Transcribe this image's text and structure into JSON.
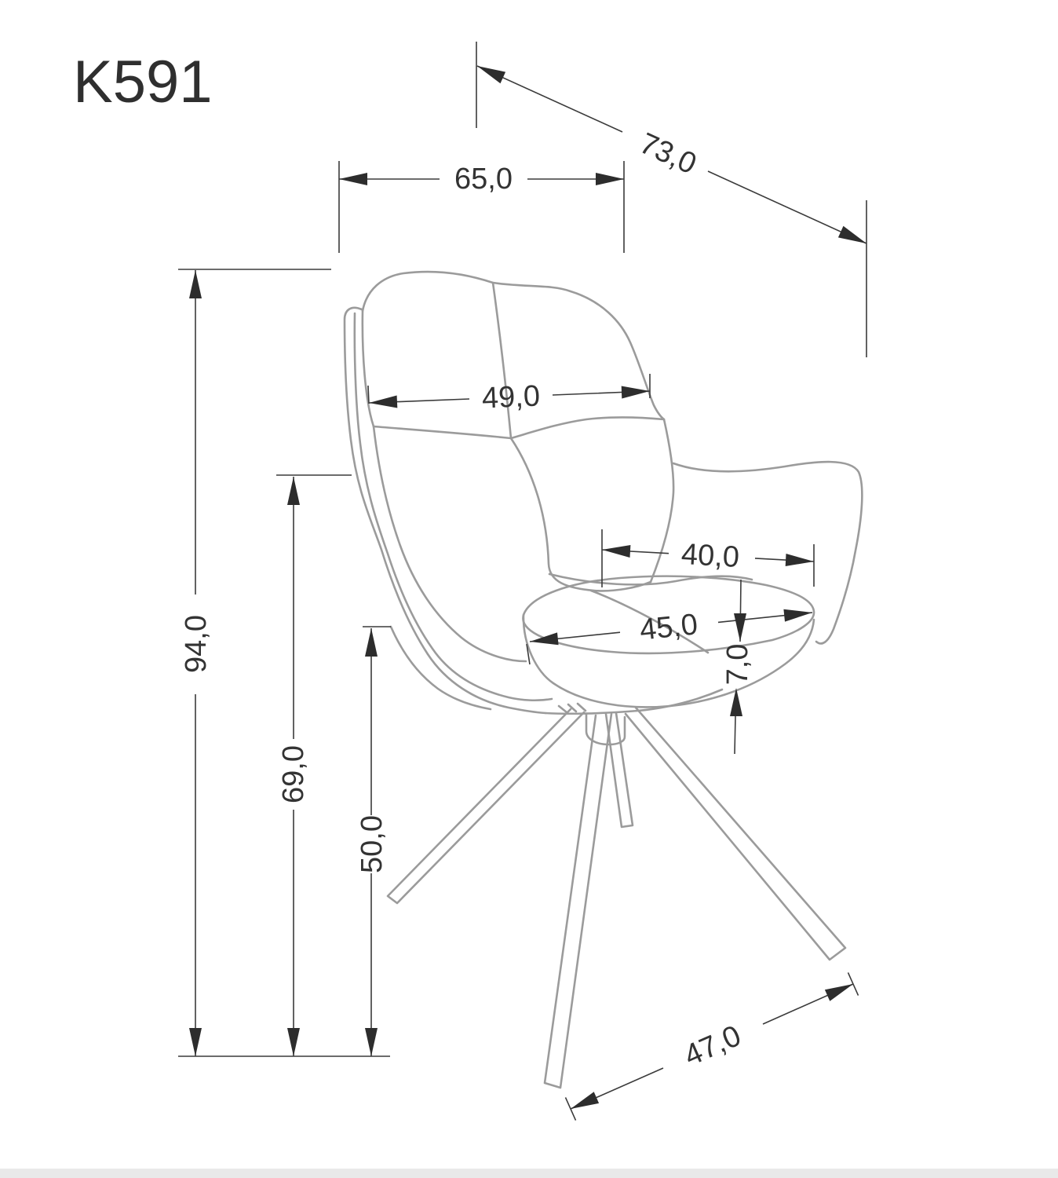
{
  "title": "K591",
  "colors": {
    "background": "#ffffff",
    "chair_line": "#9b9b9b",
    "dimension_line": "#3b3b3b",
    "arrow_fill": "#2d2d2d",
    "text": "#333333",
    "footer_strip": "#e9e9e9"
  },
  "dimensions": {
    "overall_width": "65,0",
    "overall_depth": "73,0",
    "backrest_width": "49,0",
    "seat_depth": "40,0",
    "seat_width": "45,0",
    "cushion_thickness": "7,0",
    "overall_height": "94,0",
    "armrest_height": "69,0",
    "seat_height": "50,0",
    "base_leg_span": "47,0"
  }
}
